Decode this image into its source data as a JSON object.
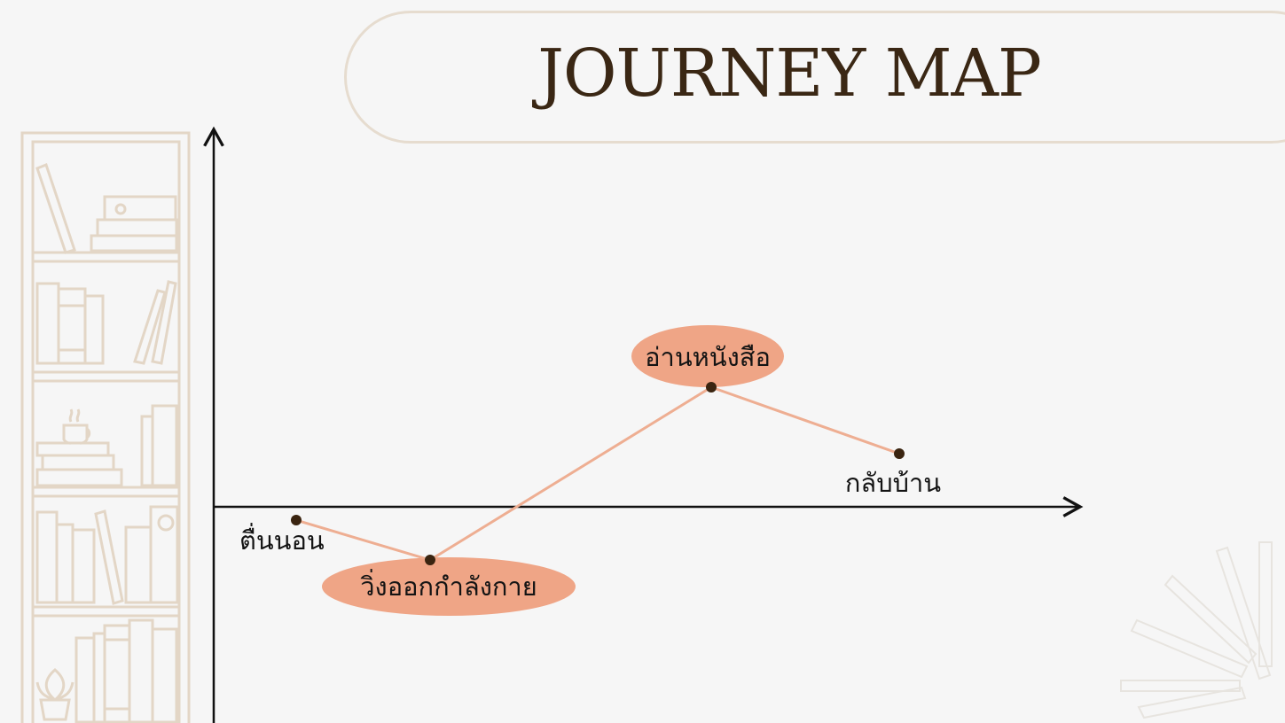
{
  "title": "JOURNEY MAP",
  "colors": {
    "background": "#f6f6f6",
    "title_text": "#3a2714",
    "pill_border": "#e6dccf",
    "decor_line": "#e3d6c6",
    "path_line": "#eeae92",
    "highlight": "#efa586",
    "dot": "#3a2410",
    "axis": "#111111"
  },
  "decorations": {
    "left": "bookshelf-illustration",
    "bottom_right": "sunburst-lines"
  },
  "journey": {
    "steps": [
      {
        "label": "ตื่นนอน",
        "level": -0.1,
        "highlighted": false
      },
      {
        "label": "วิ่งออกกำลังกาย",
        "level": -0.4,
        "highlighted": true
      },
      {
        "label": "อ่านหนังสือ",
        "level": 0.9,
        "highlighted": true
      },
      {
        "label": "กลับบ้าน",
        "level": 0.4,
        "highlighted": false
      }
    ]
  }
}
